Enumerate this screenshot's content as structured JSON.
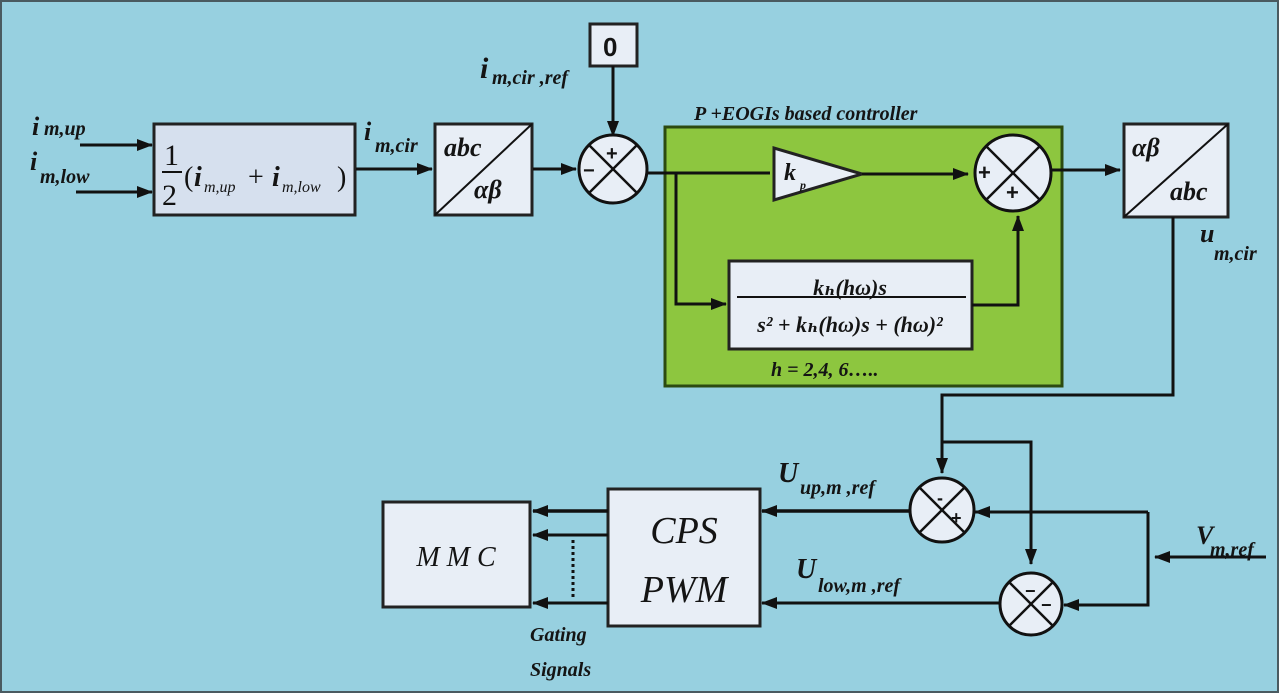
{
  "colors": {
    "background": "#97d0e0",
    "border": "#4a5a60",
    "block_fill": "#e8eef6",
    "controller_fill": "#8dc63f",
    "line": "#111111"
  },
  "inputs": {
    "i_up": {
      "main": "i",
      "sub": "m,up"
    },
    "i_low": {
      "main": "i",
      "sub": "m,low"
    },
    "i_cir": {
      "main": "i",
      "sub": "m,cir"
    },
    "i_cir_ref": {
      "main": "i",
      "sub": "m,cir ,ref"
    },
    "u_cir": {
      "main": "u",
      "sub": "m,cir"
    },
    "U_up_ref": {
      "main": "U",
      "sub": "up,m ,ref"
    },
    "U_low_ref": {
      "main": "U",
      "sub": "low,m ,ref"
    },
    "V_ref": {
      "main": "V",
      "sub": "m,ref"
    }
  },
  "blocks": {
    "average": {
      "fraction_num": "1",
      "fraction_den": "2",
      "expr_open": "(",
      "i1": "i",
      "i1_sub": "m,up",
      "plus": "+",
      "i2": "i",
      "i2_sub": "m,low",
      "expr_close": ")"
    },
    "abc_to_ab": {
      "top": "abc",
      "bottom": "αβ"
    },
    "ab_to_abc": {
      "top": "αβ",
      "bottom": "abc"
    },
    "zero_ref": {
      "value": "0"
    },
    "controller": {
      "title": "P +EOGIs based controller",
      "gain": "k",
      "gain_sub": "p",
      "tf_numerator": "kₕ(hω)s",
      "tf_denominator": "s² + kₕ(hω)s + (hω)²",
      "harmonics": "h = 2,4, 6….."
    },
    "cps_pwm": {
      "line1": "CPS",
      "line2": "PWM"
    },
    "mmc": {
      "label": "M M C"
    },
    "gating": {
      "line1": "Gating",
      "line2": "Signals"
    }
  },
  "summers": {
    "s1": {
      "top": "+",
      "left": "−"
    },
    "s2": {
      "left": "+",
      "bottom": "+"
    },
    "s3": {
      "top": "-",
      "right": "+"
    },
    "s4": {
      "top": "−",
      "right": "−"
    }
  }
}
